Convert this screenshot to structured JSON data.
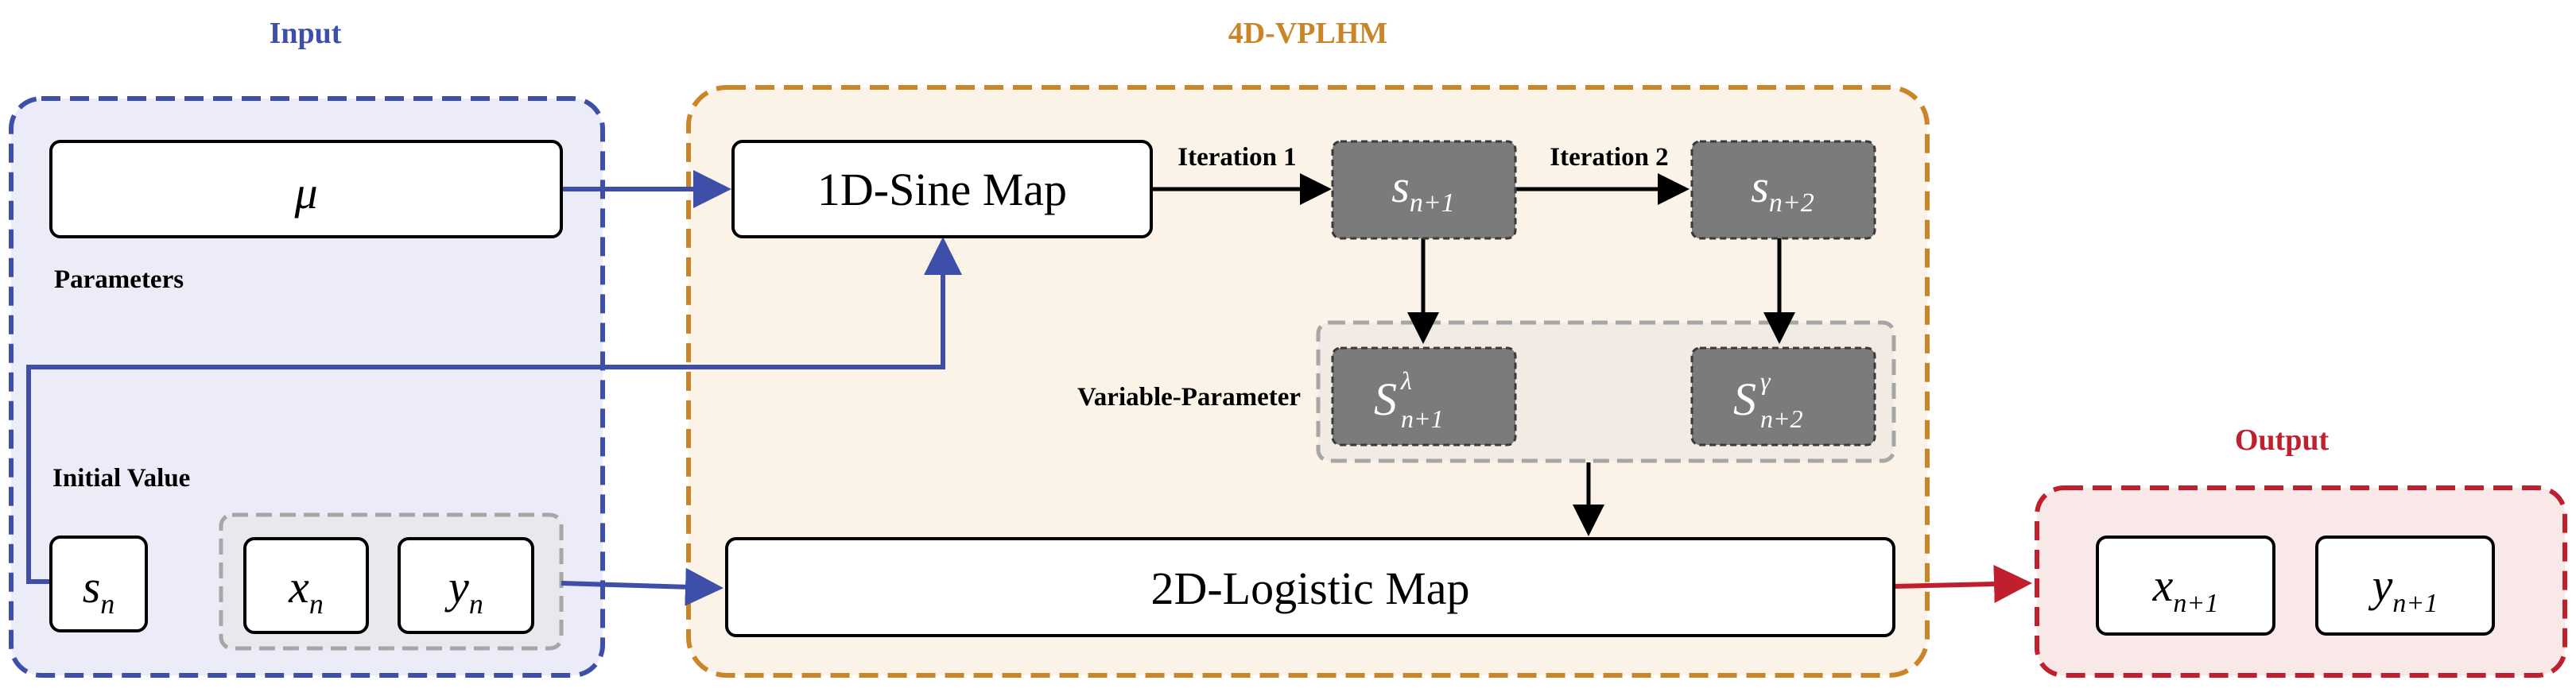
{
  "sections": {
    "input": {
      "title": "Input",
      "color": "#3d4fa8",
      "fill": "#ecebf8"
    },
    "core": {
      "title": "4D-VPLHM",
      "color": "#c98527",
      "fill": "#fbf2e8"
    },
    "output": {
      "title": "Output",
      "color": "#c0202e",
      "fill": "#f9e8e8"
    }
  },
  "labels": {
    "parameters": "Parameters",
    "initial_value": "Initial Value",
    "iteration_1": "Iteration 1",
    "iteration_2": "Iteration 2",
    "variable_parameter": "Variable-Parameter"
  },
  "boxes": {
    "mu": {
      "var": "μ"
    },
    "sine_map": {
      "label": "1D-Sine Map"
    },
    "logistic_map": {
      "label": "2D-Logistic Map"
    },
    "s_n": {
      "base": "s",
      "sub": "n"
    },
    "x_n": {
      "base": "x",
      "sub": "n"
    },
    "y_n": {
      "base": "y",
      "sub": "n"
    },
    "s_n1": {
      "base": "s",
      "sub": "n+1"
    },
    "s_n2": {
      "base": "s",
      "sub": "n+2"
    },
    "S_lambda": {
      "base": "S",
      "sub": "n+1",
      "sup": "λ"
    },
    "S_gamma": {
      "base": "S",
      "sub": "n+2",
      "sup": "γ"
    },
    "x_n1": {
      "base": "x",
      "sub": "n+1"
    },
    "y_n1": {
      "base": "y",
      "sub": "n+1"
    }
  },
  "colors": {
    "dark_box": "#7b7b7b",
    "dashed_gray": "#a6a6a6",
    "arrow_black": "#000000"
  }
}
